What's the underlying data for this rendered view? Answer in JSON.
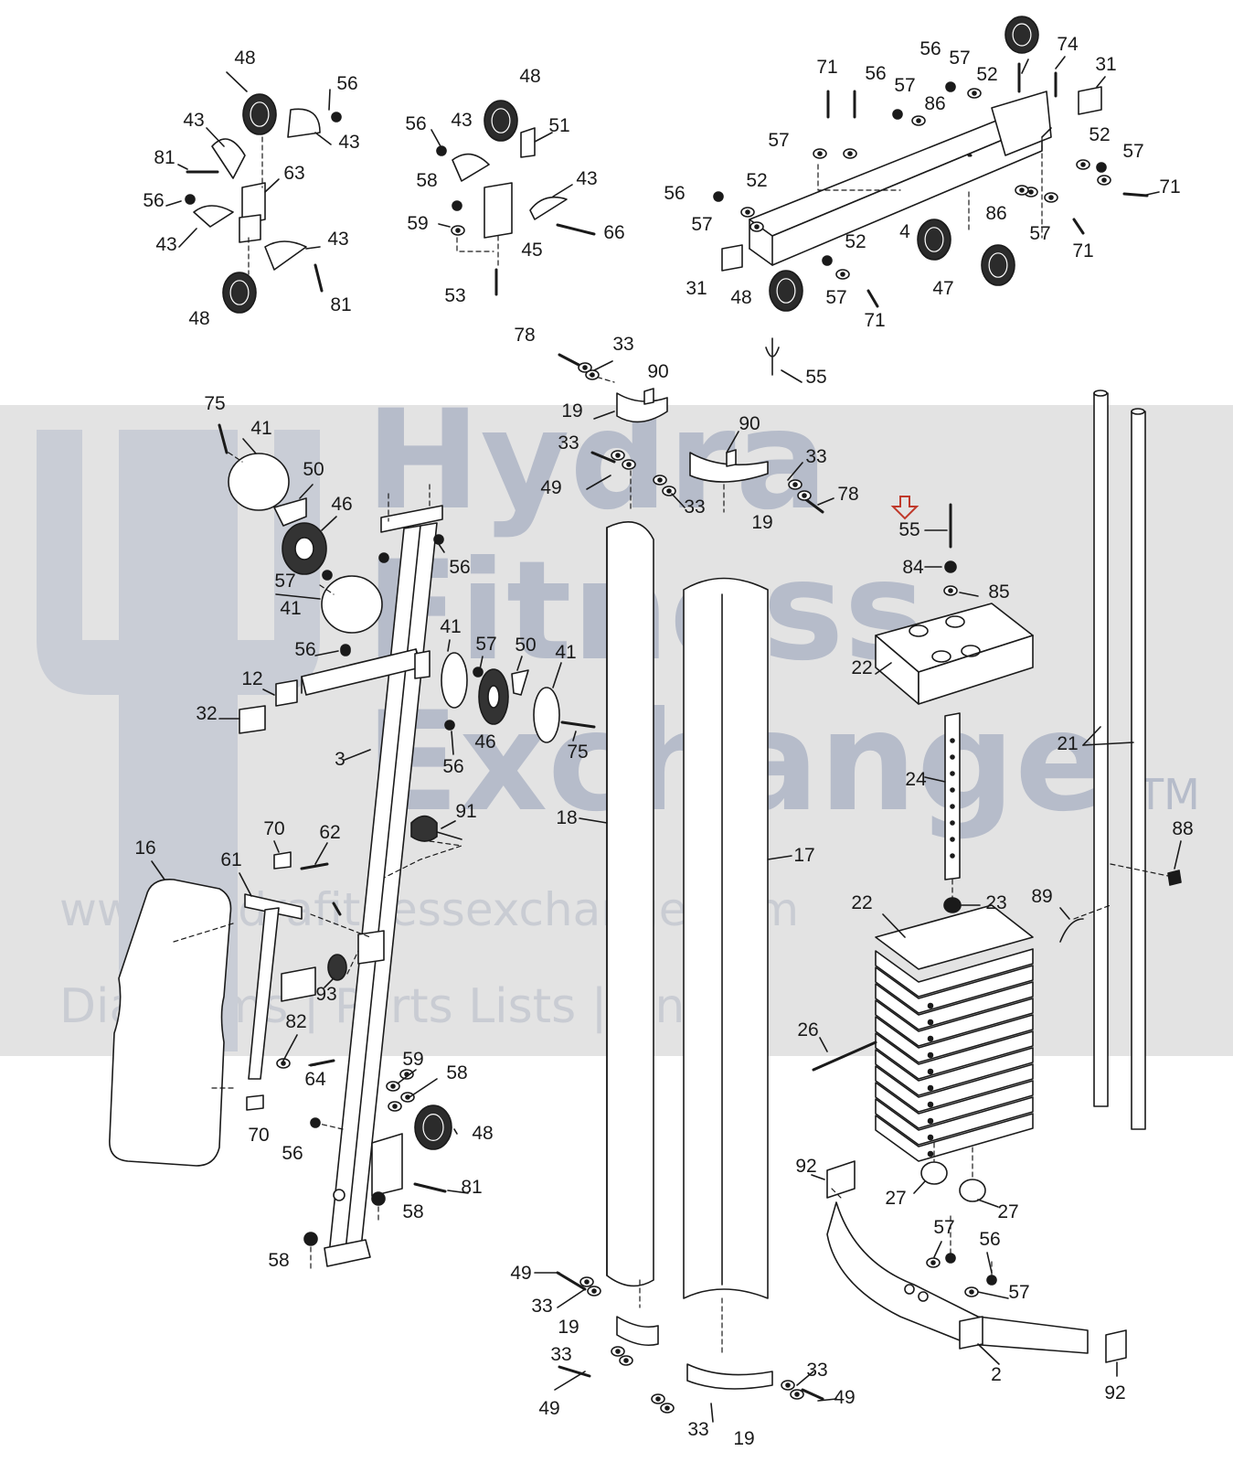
{
  "watermark": {
    "brand_line_1": "Hydra",
    "brand_line_2": "Fitness",
    "brand_line_3": "Exchange",
    "trademark": "TM",
    "url": "www.hydrafitnessexchange.com",
    "tagline": "Diagrams | Parts Lists | And"
  },
  "colors": {
    "line": "#1a1a1a",
    "watermark_band": "#e3e3e3",
    "watermark_text": "#b6bcca",
    "highlight_arrow": "#c0392b"
  },
  "highlight_arrow_icon": "down-arrow-icon",
  "part_labels": [
    "48",
    "56",
    "43",
    "43",
    "81",
    "63",
    "56",
    "43",
    "43",
    "48",
    "81",
    "48",
    "56",
    "43",
    "51",
    "58",
    "43",
    "59",
    "45",
    "66",
    "53",
    "71",
    "56",
    "56",
    "57",
    "74",
    "31",
    "57",
    "52",
    "57",
    "86",
    "52",
    "57",
    "56",
    "57",
    "52",
    "71",
    "86",
    "4",
    "57",
    "71",
    "31",
    "48",
    "52",
    "57",
    "71",
    "47",
    "55",
    "78",
    "33",
    "90",
    "19",
    "90",
    "33",
    "33",
    "49",
    "33",
    "78",
    "19",
    "75",
    "41",
    "50",
    "46",
    "56",
    "57",
    "41",
    "56",
    "41",
    "57",
    "50",
    "41",
    "12",
    "32",
    "46",
    "75",
    "56",
    "3",
    "55",
    "84",
    "85",
    "22",
    "24",
    "21",
    "18",
    "17",
    "91",
    "16",
    "70",
    "62",
    "61",
    "88",
    "89",
    "22",
    "23",
    "93",
    "82",
    "26",
    "64",
    "59",
    "58",
    "48",
    "70",
    "56",
    "81",
    "58",
    "58",
    "92",
    "27",
    "27",
    "57",
    "56",
    "57",
    "49",
    "33",
    "19",
    "2",
    "92",
    "33",
    "33",
    "49",
    "49",
    "33",
    "19"
  ]
}
